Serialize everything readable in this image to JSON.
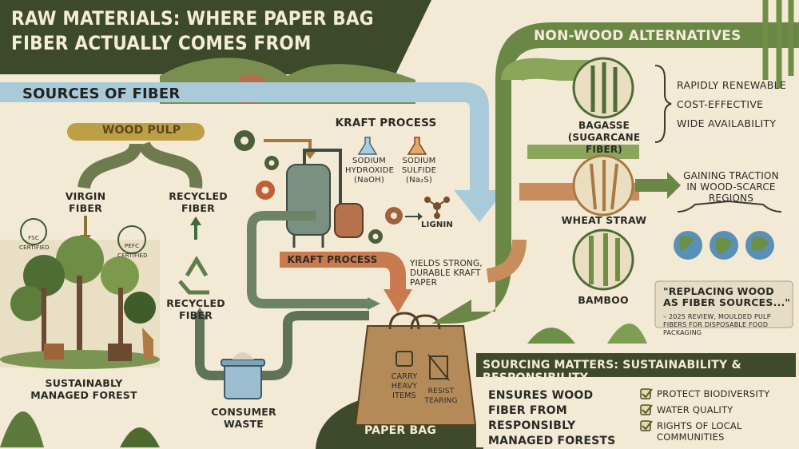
{
  "title": "RAW MATERIALS: WHERE PAPER BAG FIBER ACTUALLY COMES FROM",
  "sources": {
    "heading": "SOURCES OF FIBER",
    "wood_pulp": "WOOD PULP",
    "virgin_fiber": "VIRGIN FIBER",
    "recycled_fiber": "RECYCLED FIBER",
    "fsc": "FSC CERTIFIED",
    "pefc": "PEFC CERTIFIED",
    "recycled_fiber_caption": "RECYCLED FIBER",
    "forest": "SUSTAINABLY MANAGED FOREST",
    "consumer_waste": "CONSUMER WASTE"
  },
  "kraft": {
    "title": "KRAFT PROCESS",
    "chem1": "SODIUM HYDROXIDE (NaOH)",
    "chem2": "SODIUM SULFIDE (Na₂S)",
    "lignin": "LIGNIN",
    "band": "KRAFT PROCESS",
    "result": "YIELDS STRONG, DURABLE KRAFT PAPER"
  },
  "bag": {
    "carry": "CARRY HEAVY ITEMS",
    "resist": "RESIST TEARING",
    "label": "PAPER BAG"
  },
  "non_wood": {
    "heading": "NON-WOOD ALTERNATIVES",
    "bagasse": "BAGASSE (SUGARCANE FIBER)",
    "wheat_straw": "WHEAT STRAW",
    "bamboo": "BAMBOO",
    "benefits": [
      "RAPIDLY RENEWABLE",
      "COST-EFFECTIVE",
      "WIDE AVAILABILITY"
    ],
    "traction": "GAINING TRACTION IN WOOD-SCARCE REGIONS",
    "quote": "\"REPLACING WOOD AS FIBER SOURCES...\"",
    "quote_source": "– 2025 REVIEW, MOULDED PULP FIBERS FOR DISPOSABLE FOOD PACKAGING"
  },
  "sourcing": {
    "heading": "SOURCING MATTERS: SUSTAINABILITY & RESPONSIBILITY",
    "statement": "ENSURES WOOD FIBER FROM RESPONSIBLY MANAGED FORESTS",
    "items": [
      "PROTECT BIODIVERSITY",
      "WATER QUALITY",
      "RIGHTS OF LOCAL COMMUNITIES"
    ]
  },
  "colors": {
    "dark_green": "#3d4a2a",
    "band_blue": "#a9cbd9",
    "olive": "#6a8745",
    "kraft_orange": "#c97a4e",
    "background": "#f3ead6"
  }
}
